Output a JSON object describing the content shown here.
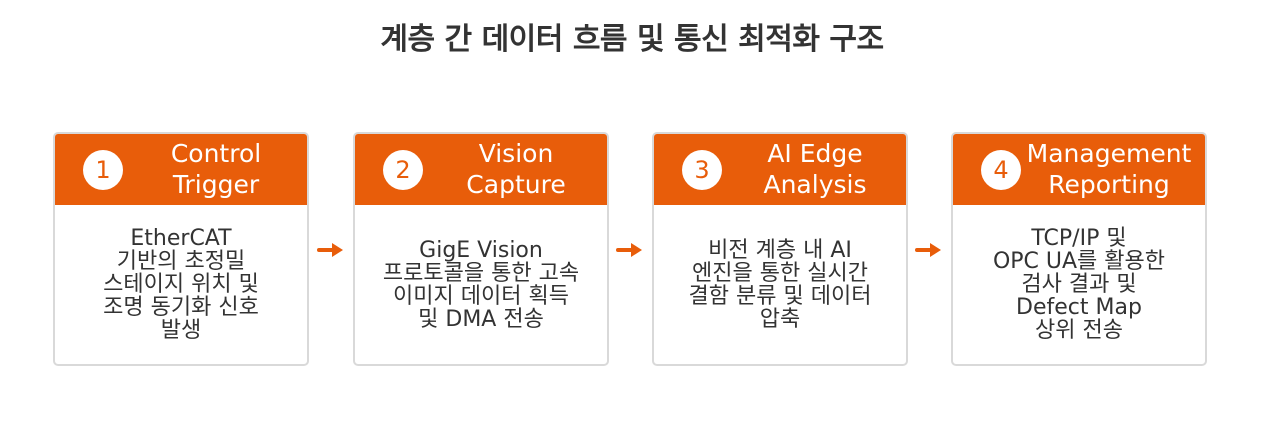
{
  "title": "계층 간 데이터 흐름 및 통신 최적화 구조",
  "accent_color": "#e85d0a",
  "steps": [
    {
      "number": "1",
      "title": [
        "Control",
        "Trigger"
      ],
      "body": [
        "EtherCAT",
        "기반의 초정밀",
        "스테이지 위치 및",
        "조명 동기화 신호",
        "발생"
      ]
    },
    {
      "number": "2",
      "title": [
        "Vision",
        "Capture"
      ],
      "body": [
        "GigE Vision",
        "프로토콜을 통한 고속",
        "이미지 데이터 획득",
        "및 DMA 전송"
      ]
    },
    {
      "number": "3",
      "title": [
        "AI Edge",
        "Analysis"
      ],
      "body": [
        "비전 계층 내 AI",
        "엔진을 통한 실시간",
        "결함 분류 및 데이터",
        "압축"
      ]
    },
    {
      "number": "4",
      "title": [
        "Management",
        "Reporting"
      ],
      "body": [
        "TCP/IP 및",
        "OPC UA를 활용한",
        "검사 결과 및",
        "Defect Map",
        "상위 전송"
      ]
    }
  ]
}
